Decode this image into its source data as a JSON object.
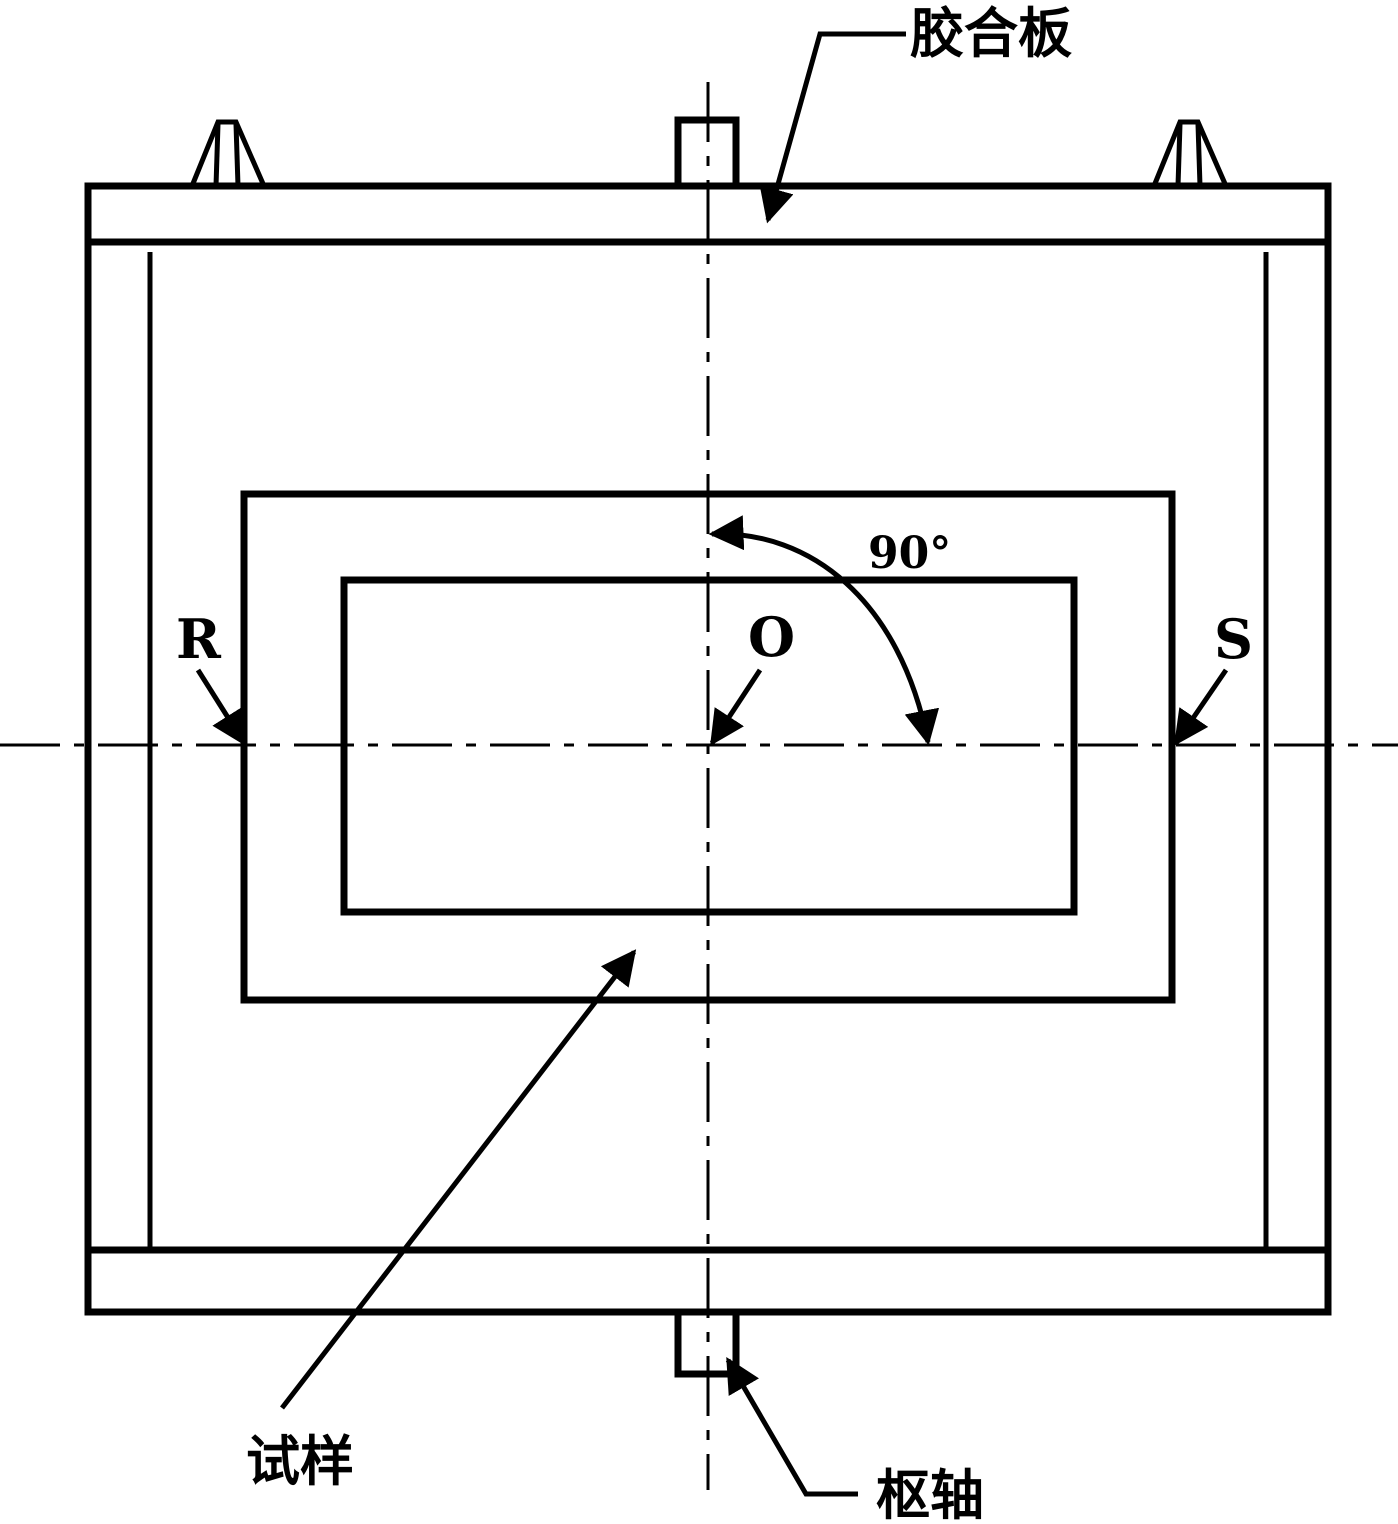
{
  "labels": {
    "plywood": "胶合板",
    "specimen": "试样",
    "pivot": "枢轴",
    "point_r": "R",
    "point_o": "O",
    "point_s": "S",
    "angle": "90°"
  }
}
